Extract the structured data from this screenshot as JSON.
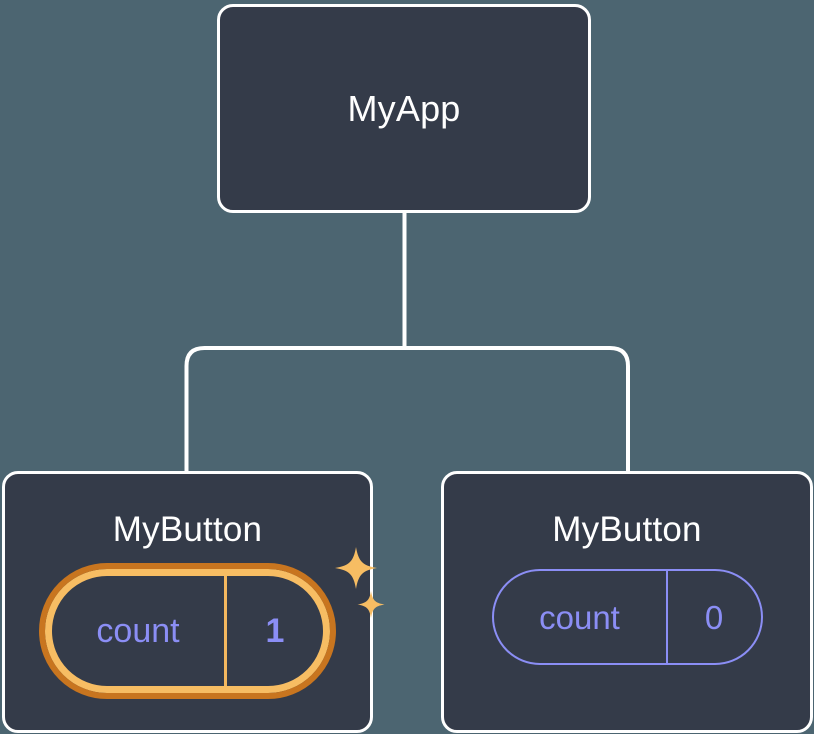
{
  "diagram": {
    "type": "component-tree",
    "background_color": "#4c6571",
    "node_fill_color": "#343b49",
    "node_border_color": "#ffffff",
    "connector_color": "#ffffff",
    "state_text_color": "#8b8ef5",
    "highlight_outer_color": "#c8751f",
    "highlight_inner_color": "#f7bd63",
    "sparkle_color": "#f7bd63"
  },
  "root": {
    "title": "MyApp"
  },
  "children": [
    {
      "title": "MyButton",
      "state_key": "count",
      "state_value": "1",
      "highlighted": true,
      "sparkle": true
    },
    {
      "title": "MyButton",
      "state_key": "count",
      "state_value": "0",
      "highlighted": false,
      "sparkle": false
    }
  ],
  "icons": {
    "sparkle_large": "sparkle-icon",
    "sparkle_small": "sparkle-icon"
  }
}
